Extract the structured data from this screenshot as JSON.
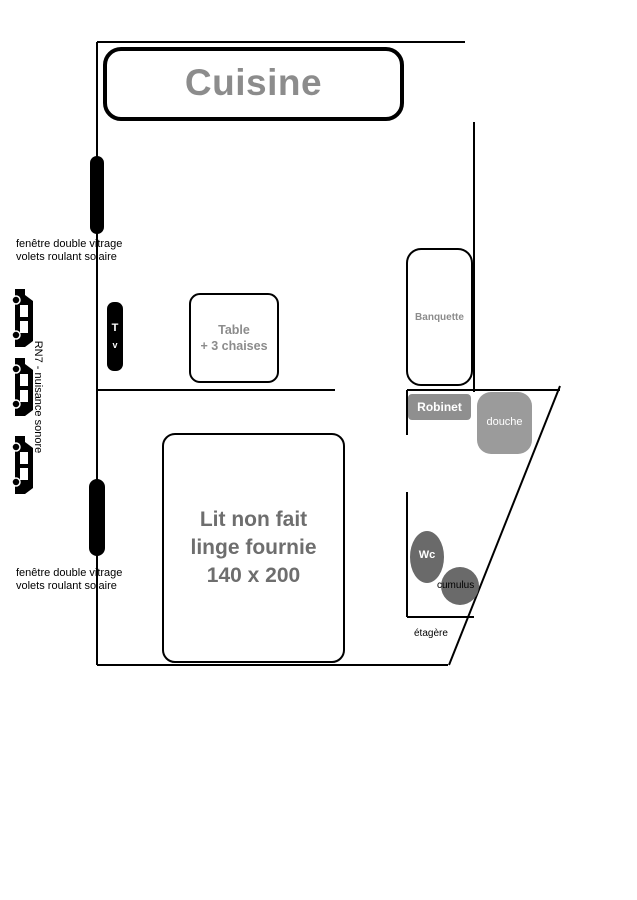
{
  "rooms": {
    "kitchen_label": "Cuisine"
  },
  "windows": {
    "top_line1": "fenêtre double vitrage",
    "top_line2": "volets roulant solaire",
    "bottom_line1": "fenêtre double vitrage",
    "bottom_line2": "volets roulant solaire"
  },
  "road": {
    "label": "RN7 - nuisance sonore",
    "car_icon": "car-icon"
  },
  "furniture": {
    "tv_line1": "T",
    "tv_line2": "v",
    "table_line1": "Table",
    "table_line2": "+  3 chaises",
    "banquette": "Banquette",
    "bed_line1": "Lit non fait",
    "bed_line2": "linge fournie",
    "bed_line3": "140 x 200"
  },
  "bathroom": {
    "robinet": "Robinet",
    "douche": "douche",
    "wc": "Wc",
    "cumulus": "cumulus",
    "etagere": "étagère"
  },
  "colors": {
    "wall": "#000000",
    "label_gray": "#8c8c8c",
    "fixture_dark": "#6a6a6a",
    "fixture_mid": "#8f8f8f",
    "shower": "#9b9b9b"
  }
}
